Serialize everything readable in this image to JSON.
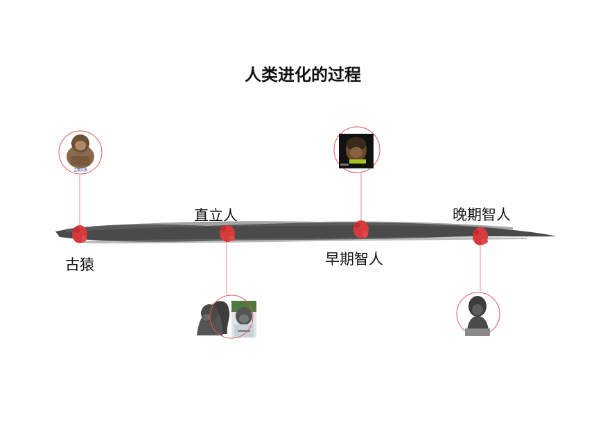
{
  "title": "人类进化的过程",
  "stages": [
    {
      "label": "古猿",
      "portrait_caption": "古猿头像"
    },
    {
      "label": "直立人"
    },
    {
      "label": "早期智人"
    },
    {
      "label": "晚期智人"
    }
  ],
  "colors": {
    "ink": "#4a4a4a",
    "dot": "#d63a3a",
    "ring": "#e05555",
    "stem": "#e88a8a",
    "text": "#111111"
  }
}
